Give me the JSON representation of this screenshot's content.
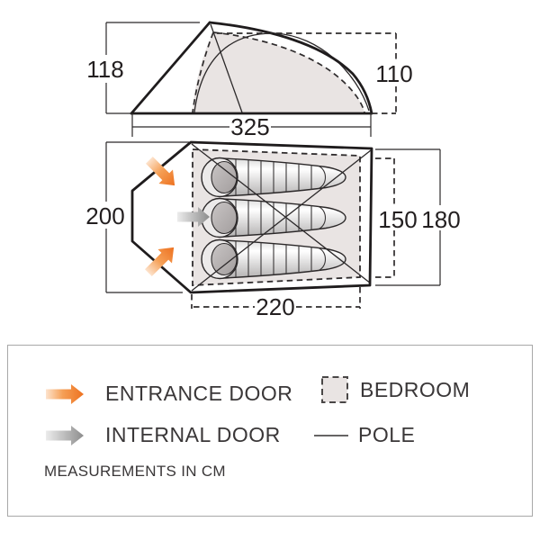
{
  "diagram": {
    "side_view": {
      "front_height_cm": "118",
      "rear_height_cm": "110",
      "length_cm": "325"
    },
    "floor_plan": {
      "outer_width_cm": "200",
      "inner_depth_cm": "150",
      "outer_depth_cm": "180",
      "bedroom_length_cm": "220"
    }
  },
  "legend": {
    "entrance_door_label": "ENTRANCE DOOR",
    "internal_door_label": "INTERNAL DOOR",
    "bedroom_label": "BEDROOM",
    "pole_label": "POLE",
    "note": "MEASUREMENTS IN CM"
  },
  "colors": {
    "accent_orange": "#ed7120",
    "arrow_gray": "#8c8c8c",
    "bedroom_fill": "#e9e4e3",
    "line_dark": "#231f20"
  }
}
